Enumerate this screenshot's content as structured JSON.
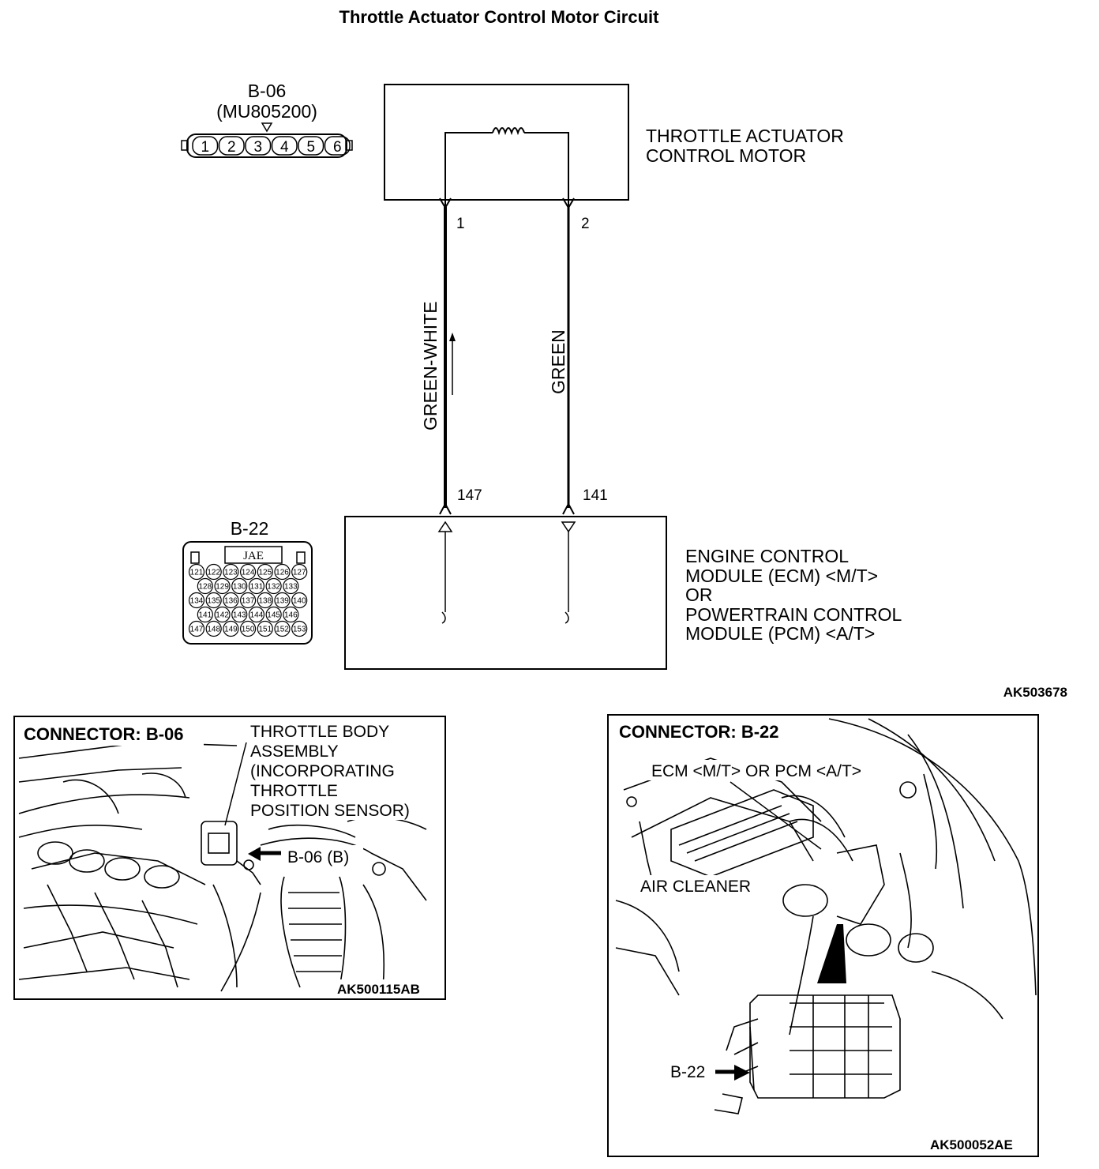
{
  "title": "Throttle Actuator Control Motor Circuit",
  "connector_b06": {
    "name": "B-06",
    "part": "(MU805200)",
    "pins": [
      "1",
      "2",
      "3",
      "4",
      "5",
      "6"
    ]
  },
  "motor": {
    "label_line1": "THROTTLE ACTUATOR",
    "label_line2": "CONTROL MOTOR",
    "pin_left": "1",
    "pin_right": "2"
  },
  "wires": {
    "left_color": "GREEN-WHITE",
    "right_color": "GREEN"
  },
  "connector_b22": {
    "name": "B-22",
    "maker": "JAE",
    "rows": [
      [
        "121",
        "122",
        "123",
        "124",
        "125",
        "126",
        "127"
      ],
      [
        "128",
        "129",
        "130",
        "131",
        "132",
        "133"
      ],
      [
        "134",
        "135",
        "136",
        "137",
        "138",
        "139",
        "140"
      ],
      [
        "141",
        "142",
        "143",
        "144",
        "145",
        "146"
      ],
      [
        "147",
        "148",
        "149",
        "150",
        "151",
        "152",
        "153"
      ]
    ]
  },
  "ecm": {
    "pin_left": "147",
    "pin_right": "141",
    "label_lines": [
      "ENGINE CONTROL",
      "MODULE (ECM) <M/T>",
      "OR",
      "POWERTRAIN CONTROL",
      "MODULE (PCM) <A/T>"
    ]
  },
  "diagram_code": "AK503678",
  "photo_left": {
    "title": "CONNECTOR: B-06",
    "caption_lines": [
      "THROTTLE BODY",
      "ASSEMBLY",
      "(INCORPORATING",
      "THROTTLE",
      "POSITION SENSOR)"
    ],
    "pointer_label": "B-06 (B)",
    "code": "AK500115AB"
  },
  "photo_right": {
    "title": "CONNECTOR: B-22",
    "ecm_label": "ECM <M/T> OR PCM <A/T>",
    "air_cleaner_label": "AIR CLEANER",
    "pointer_label": "B-22",
    "code": "AK500052AE"
  }
}
